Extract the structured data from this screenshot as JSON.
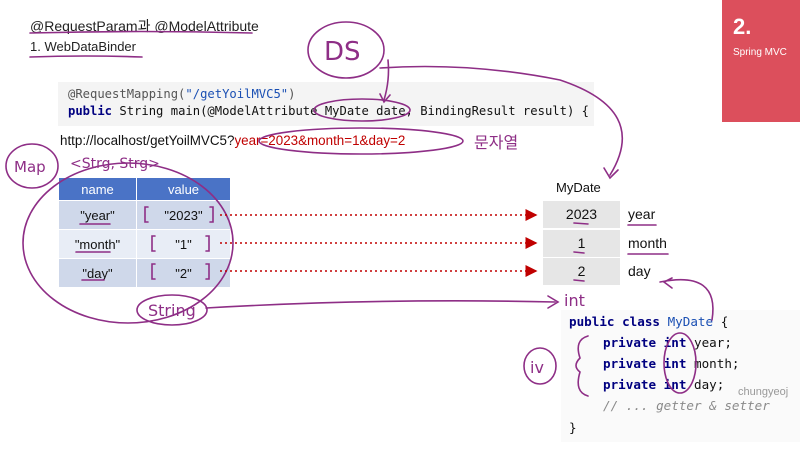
{
  "header": {
    "title": "@RequestParam과 @ModelAttribute",
    "subtitle": "1. WebDataBinder"
  },
  "badge": {
    "number": "2.",
    "label": "Spring MVC"
  },
  "code_mapping": {
    "annotation_prefix": "@RequestMapping(",
    "path": "\"/getYoilMVC5\"",
    "annotation_suffix": ")",
    "kw_public": "public",
    "method_sig": " String main(@ModelAttribute MyDate date, BindingResult result) {"
  },
  "url": {
    "base": "http://localhost/getYoilMVC5?",
    "query": "year=2023&month=1&day=2"
  },
  "param_table": {
    "headers": [
      "name",
      "value"
    ],
    "rows": [
      [
        "\"year\"",
        "\"2023\""
      ],
      [
        "\"month\"",
        "\"1\""
      ],
      [
        "\"day\"",
        "\"2\""
      ]
    ]
  },
  "mydate": {
    "title": "MyDate",
    "fields": [
      {
        "value": "2023",
        "name": "year"
      },
      {
        "value": "1",
        "name": "month"
      },
      {
        "value": "2",
        "name": "day"
      }
    ]
  },
  "class_code": {
    "kw_public_class": "public class",
    "class_name": "MyDate",
    "open_brace": "{",
    "fields": [
      {
        "mod": "private int",
        "name": "year;"
      },
      {
        "mod": "private int",
        "name": "month;"
      },
      {
        "mod": "private int",
        "name": "day;"
      }
    ],
    "comment": "// ... getter & setter",
    "close_brace": "}"
  },
  "watermark": "chungyeoj",
  "annotations": {
    "ds": "DS",
    "map": "Map",
    "generic": "<Strg, Strg>",
    "str_label": "문자열",
    "string_label": "String",
    "int_label": "int",
    "iv_label": "iv",
    "ink_color": "#8e2e86",
    "arrow_color": "#c00000",
    "header_color": "#4a73c6",
    "badge_color": "#dc4f5c"
  }
}
